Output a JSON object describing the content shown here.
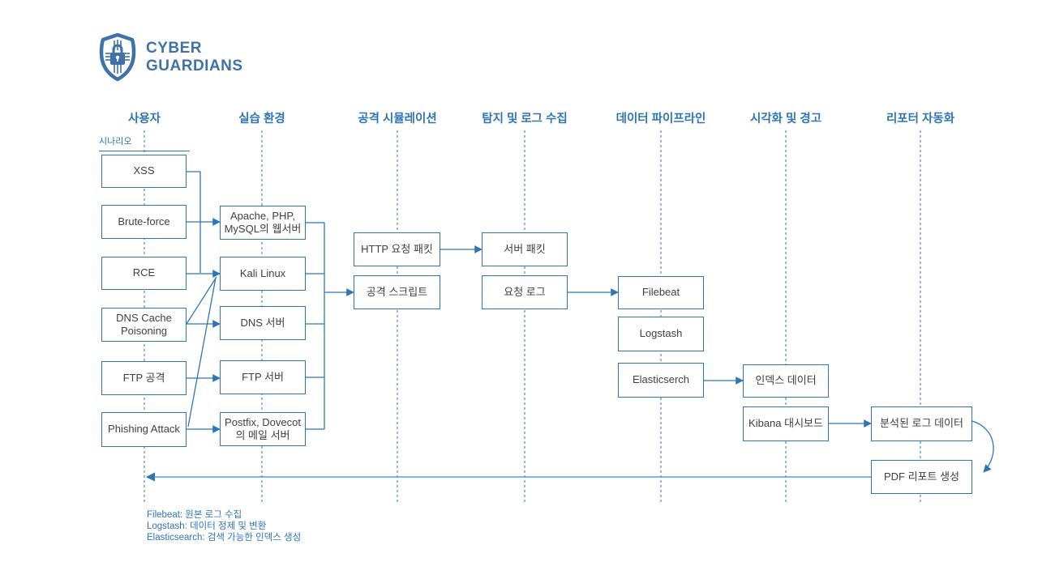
{
  "logo": {
    "line1": "CYBER",
    "line2": "GUARDIANS"
  },
  "colors": {
    "accent": "#2E75B6",
    "light_line": "#5B9BD5",
    "logo_blue": "#4072A8",
    "node_text": "#404040"
  },
  "scenario_label": "시나리오",
  "lanes": [
    {
      "label": "사용자"
    },
    {
      "label": "실습 환경"
    },
    {
      "label": "공격 시뮬레이션"
    },
    {
      "label": "탐지 및 로그 수집"
    },
    {
      "label": "데이터 파이프라인"
    },
    {
      "label": "시각화 및 경고"
    },
    {
      "label": "리포터 자동화"
    }
  ],
  "nodes": {
    "xss": "XSS",
    "bruteforce": "Brute-force",
    "rce": "RCE",
    "dns_cache": "DNS Cache\nPoisoning",
    "ftp_attack": "FTP 공격",
    "phishing": "Phishing Attack",
    "web_server": "Apache, PHP,\nMySQL의 웹서버",
    "kali": "Kali Linux",
    "dns_server": "DNS 서버",
    "ftp_server": "FTP 서버",
    "mail_server": "Postfix, Dovecot\n의 메일 서버",
    "http_packet": "HTTP 요청 패킷",
    "attack_script": "공격 스크립트",
    "server_packet": "서버 패킷",
    "request_log": "요청 로그",
    "filebeat": "Filebeat",
    "logstash": "Logstash",
    "elasticsearch": "Elasticserch",
    "index_data": "인덱스 데이터",
    "kibana": "Kibana 대시보드",
    "analyzed_log": "분석된 로그 데이터",
    "pdf_report": "PDF 리포트 생성"
  },
  "notes": [
    "Filebeat: 원본 로그 수집",
    "Logstash: 데이터 정제 및 변환",
    "Elasticsearch: 검색 가능한 인덱스 생성"
  ]
}
